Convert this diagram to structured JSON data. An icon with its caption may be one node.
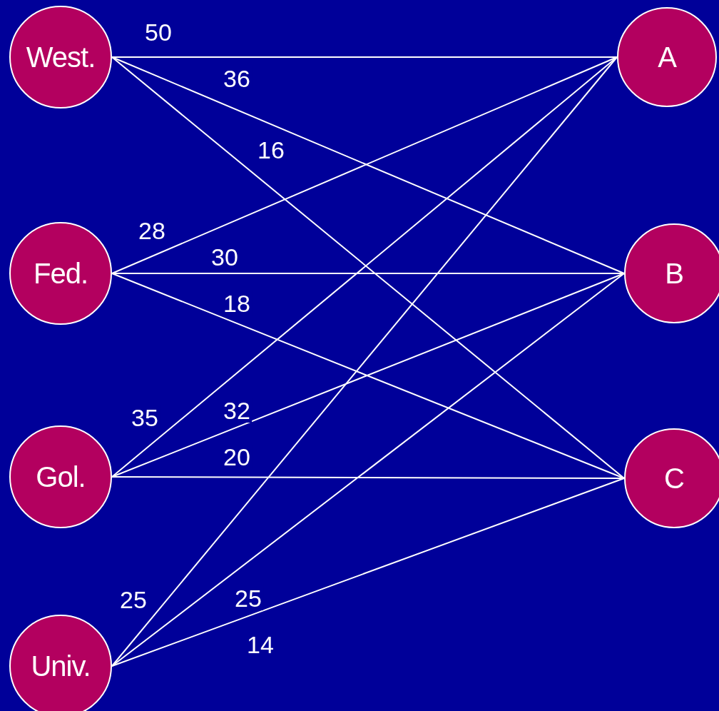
{
  "diagram": {
    "nodes": [
      {
        "text": [
          "West."
        ]
      },
      {
        "text": [
          "Fed."
        ]
      },
      {
        "text": [
          "Gol."
        ]
      },
      {
        "text": [
          "Univ."
        ]
      },
      {
        "text": [
          "A"
        ]
      },
      {
        "text": [
          "B"
        ]
      },
      {
        "text": [
          "C"
        ]
      }
    ],
    "edges": [
      {
        "from": 0,
        "to": 4,
        "arrow": "none",
        "label": "50"
      },
      {
        "from": 0,
        "to": 5,
        "arrow": "none",
        "label": "36"
      },
      {
        "from": 0,
        "to": 6,
        "arrow": "none",
        "label": "16"
      },
      {
        "from": 1,
        "to": 4,
        "arrow": "none",
        "label": "28"
      },
      {
        "from": 1,
        "to": 5,
        "arrow": "none",
        "label": "30"
      },
      {
        "from": 1,
        "to": 6,
        "arrow": "none",
        "label": "18"
      },
      {
        "from": 2,
        "to": 4,
        "arrow": "none",
        "label": "35"
      },
      {
        "from": 2,
        "to": 5,
        "arrow": "none",
        "label": "32"
      },
      {
        "from": 2,
        "to": 6,
        "arrow": "none",
        "label": "20"
      },
      {
        "from": 3,
        "to": 4,
        "arrow": "none",
        "label": "25"
      },
      {
        "from": 3,
        "to": 5,
        "arrow": "none",
        "label": "25"
      },
      {
        "from": 3,
        "to": 6,
        "arrow": "none",
        "label": "14"
      }
    ]
  }
}
